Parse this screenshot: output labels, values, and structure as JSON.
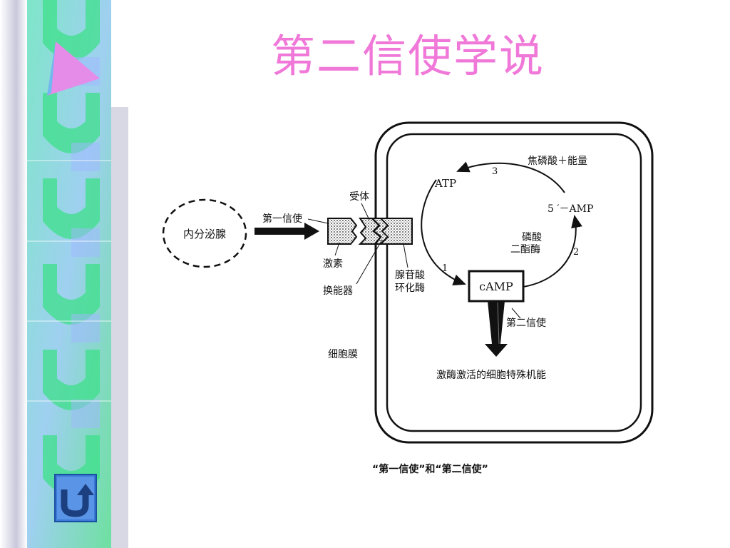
{
  "slide": {
    "title": "第二信使学说",
    "accent_color": "#f078d8"
  },
  "sidebar": {
    "play_icon": "play-triangle-icon",
    "back_icon": "return-arrow-icon"
  },
  "diagram": {
    "endocrine_gland": "内分泌腺",
    "first_messenger": "第一信使",
    "receptor": "受体",
    "hormone": "激素",
    "transducer": "换能器",
    "adenylate_cyclase_line1": "腺苷酸",
    "adenylate_cyclase_line2": "环化酶",
    "cell_membrane": "细胞膜",
    "atp": "ATP",
    "pyrophosphate": "焦磷酸＋能量",
    "step3": "3",
    "amp5": "5 ′－AMP",
    "pde_line1": "磷酸",
    "pde_line2": "二酯酶",
    "step2": "2",
    "step1": "1",
    "camp": "cAMP",
    "second_messenger": "第二信使",
    "activation": "激酶激活的细胞特殊机能",
    "caption": "“第一信使”和“第二信使”"
  }
}
